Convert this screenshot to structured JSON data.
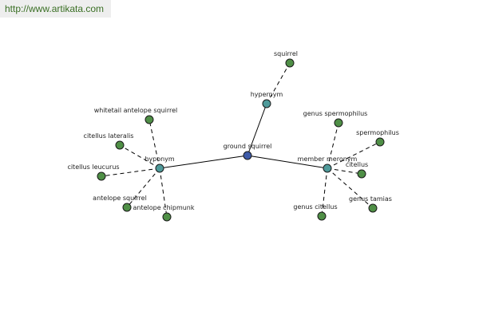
{
  "watermark": {
    "text": "http://www.artikata.com"
  },
  "colors": {
    "leaf": "#4f8f46",
    "relation": "#4f9a9a",
    "center": "#3d5aa8",
    "edge": "#000000",
    "label": "#222222"
  },
  "graph": {
    "center": {
      "id": "ground-squirrel",
      "label": "ground squirrel",
      "kind": "center"
    },
    "relations": [
      {
        "id": "hypernym",
        "label": "hypernym",
        "kind": "relation"
      },
      {
        "id": "hyponym",
        "label": "hyponym",
        "kind": "relation"
      },
      {
        "id": "member-meronym",
        "label": "member meronym",
        "kind": "relation"
      }
    ],
    "leaves": [
      {
        "id": "squirrel",
        "label": "squirrel",
        "relation": "hypernym"
      },
      {
        "id": "whitetail-antelope-squirrel",
        "label": "whitetail antelope squirrel",
        "relation": "hyponym"
      },
      {
        "id": "citellus-lateralis",
        "label": "citellus lateralis",
        "relation": "hyponym"
      },
      {
        "id": "citellus-leucurus",
        "label": "citellus leucurus",
        "relation": "hyponym"
      },
      {
        "id": "antelope-squirrel",
        "label": "antelope squirrel",
        "relation": "hyponym"
      },
      {
        "id": "antelope-chipmunk",
        "label": "antelope chipmunk",
        "relation": "hyponym"
      },
      {
        "id": "genus-spermophilus",
        "label": "genus spermophilus",
        "relation": "member-meronym"
      },
      {
        "id": "spermophilus",
        "label": "spermophilus",
        "relation": "member-meronym"
      },
      {
        "id": "citellus",
        "label": "citellus",
        "relation": "member-meronym"
      },
      {
        "id": "genus-tamias",
        "label": "genus tamias",
        "relation": "member-meronym"
      },
      {
        "id": "genus-citellus",
        "label": "genus citellus",
        "relation": "member-meronym"
      }
    ]
  }
}
